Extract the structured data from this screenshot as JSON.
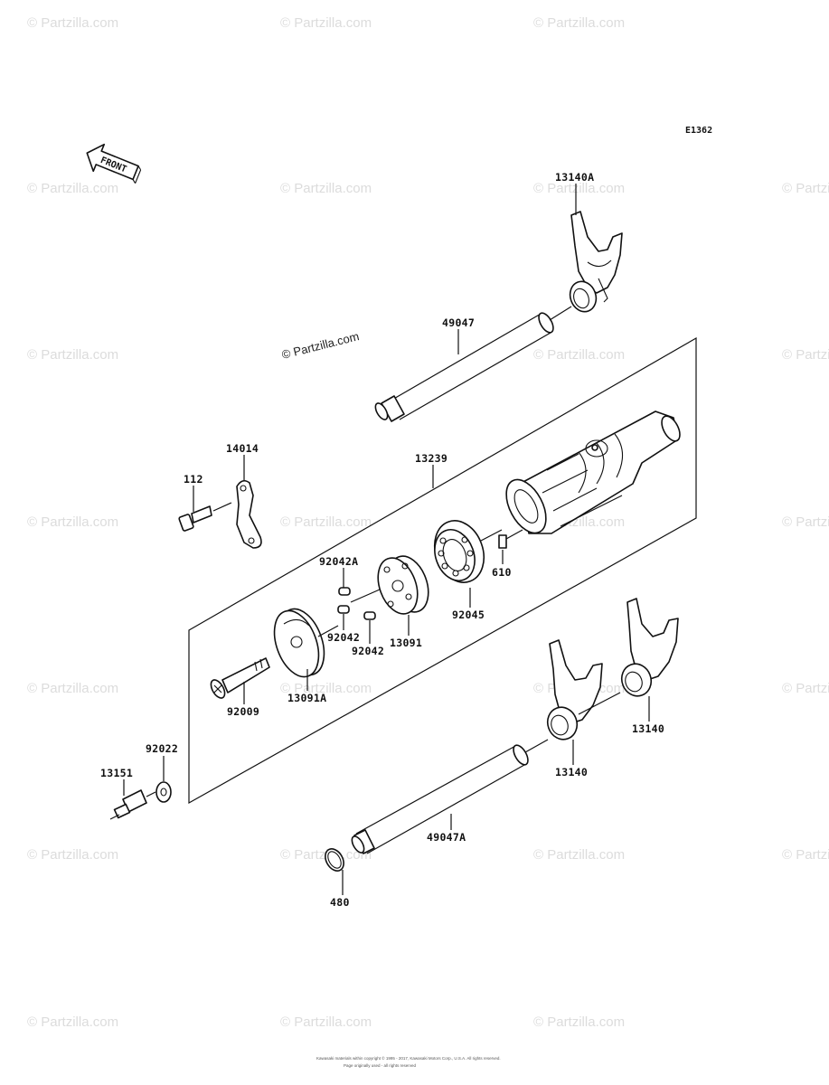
{
  "diagram": {
    "code": "E1362",
    "front_label": "FRONT",
    "partzilla_mark": "© Partzilla.com",
    "watermark_text": "© Partzilla.com",
    "footer_line1": "Kawasaki materials within copyright © 1995 - 2017, Kawasaki Motors Corp., U.S.A. All rights reserved.",
    "footer_line2": "Page originally used - all rights reserved"
  },
  "parts": [
    {
      "id": "13140A",
      "name": "shift-fork-13140A"
    },
    {
      "id": "49047",
      "name": "shift-rod-49047"
    },
    {
      "id": "14014",
      "name": "plate-14014"
    },
    {
      "id": "112",
      "name": "bolt-112"
    },
    {
      "id": "13239",
      "name": "shift-drum-13239"
    },
    {
      "id": "92042A",
      "name": "pin-92042A"
    },
    {
      "id": "610",
      "name": "pin-610"
    },
    {
      "id": "92045",
      "name": "bearing-92045"
    },
    {
      "id": "13091",
      "name": "operating-plate-13091"
    },
    {
      "id": "92042",
      "name": "pin-92042-left"
    },
    {
      "id": "92042",
      "name": "pin-92042-right"
    },
    {
      "id": "13091A",
      "name": "operating-plate-13091A"
    },
    {
      "id": "92009",
      "name": "screw-92009"
    },
    {
      "id": "13140",
      "name": "shift-fork-13140-right"
    },
    {
      "id": "13140",
      "name": "shift-fork-13140-left"
    },
    {
      "id": "92022",
      "name": "washer-92022"
    },
    {
      "id": "13151",
      "name": "pin-13151"
    },
    {
      "id": "49047A",
      "name": "shift-rod-49047A"
    },
    {
      "id": "480",
      "name": "circlip-480"
    }
  ]
}
